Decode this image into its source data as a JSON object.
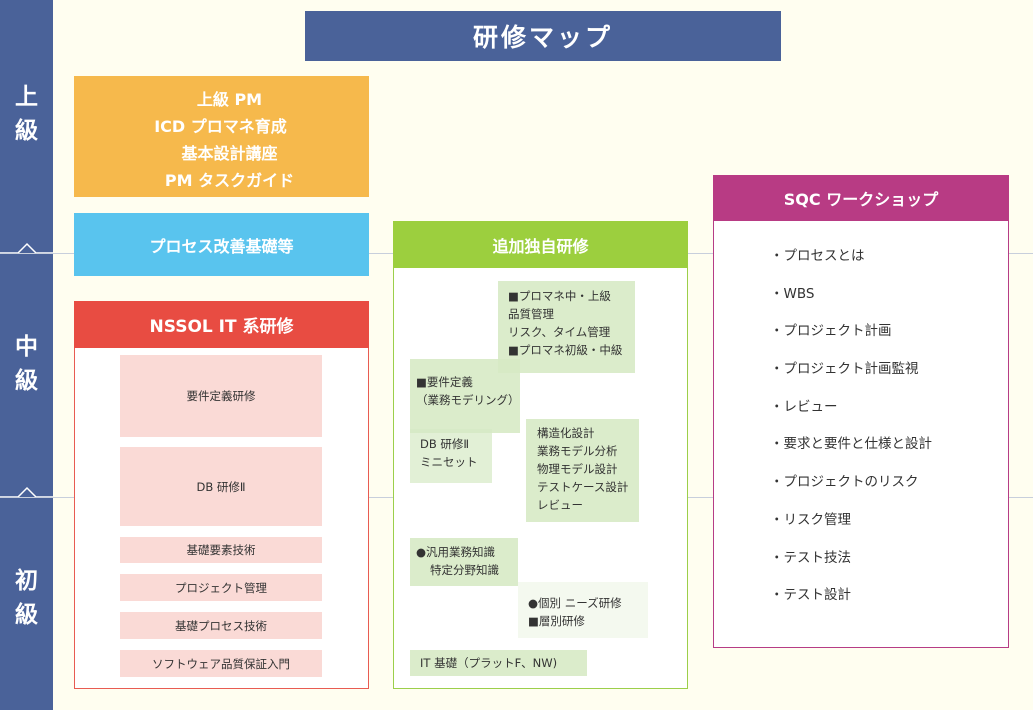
{
  "title": "研修マップ",
  "levels": {
    "advanced": [
      "上",
      "級"
    ],
    "intermediate": [
      "中",
      "級"
    ],
    "beginner": [
      "初",
      "級"
    ]
  },
  "upper_block": {
    "lines": [
      "上級 PM",
      "ICD プロマネ育成",
      "基本設計講座",
      "PM タスクガイド"
    ],
    "color": "#f6b94c"
  },
  "process_block": {
    "label": "プロセス改善基礎等",
    "color": "#59c4ee"
  },
  "nssol": {
    "header": "NSSOL IT 系研修",
    "color": "#e84c42",
    "items": [
      "要件定義研修",
      "DB 研修Ⅱ",
      "基礎要素技術",
      "プロジェクト管理",
      "基礎プロセス技術",
      "ソフトウェア品質保証入門"
    ]
  },
  "custom": {
    "header": "追加独自研修",
    "color": "#9ccf3e",
    "box_pm": [
      "■プロマネ中・上級",
      "品質管理",
      "リスク、タイム管理",
      "■プロマネ初級・中級"
    ],
    "box_req": [
      "■要件定義",
      "（業務モデリング）"
    ],
    "box_db": [
      "DB 研修Ⅱ",
      "ミニセット"
    ],
    "box_design": [
      "構造化設計",
      "業務モデル分析",
      "物理モデル設計",
      "テストケース設計",
      "レビュー"
    ],
    "box_general": [
      "●汎用業務知識",
      "特定分野知識"
    ],
    "box_individual": [
      "●個別 ニーズ研修",
      "■層別研修"
    ],
    "box_it": [
      "IT 基礎（プラットF、NW)"
    ]
  },
  "sqc": {
    "header": "SQC ワークショップ",
    "color": "#b83b84",
    "items": [
      "・プロセスとは",
      "・WBS",
      "・プロジェクト計画",
      "・プロジェクト計画監視",
      "・レビュー",
      "・要求と要件と仕様と設計",
      "・プロジェクトのリスク",
      "・リスク管理",
      "・テスト技法",
      "・テスト設計"
    ]
  }
}
